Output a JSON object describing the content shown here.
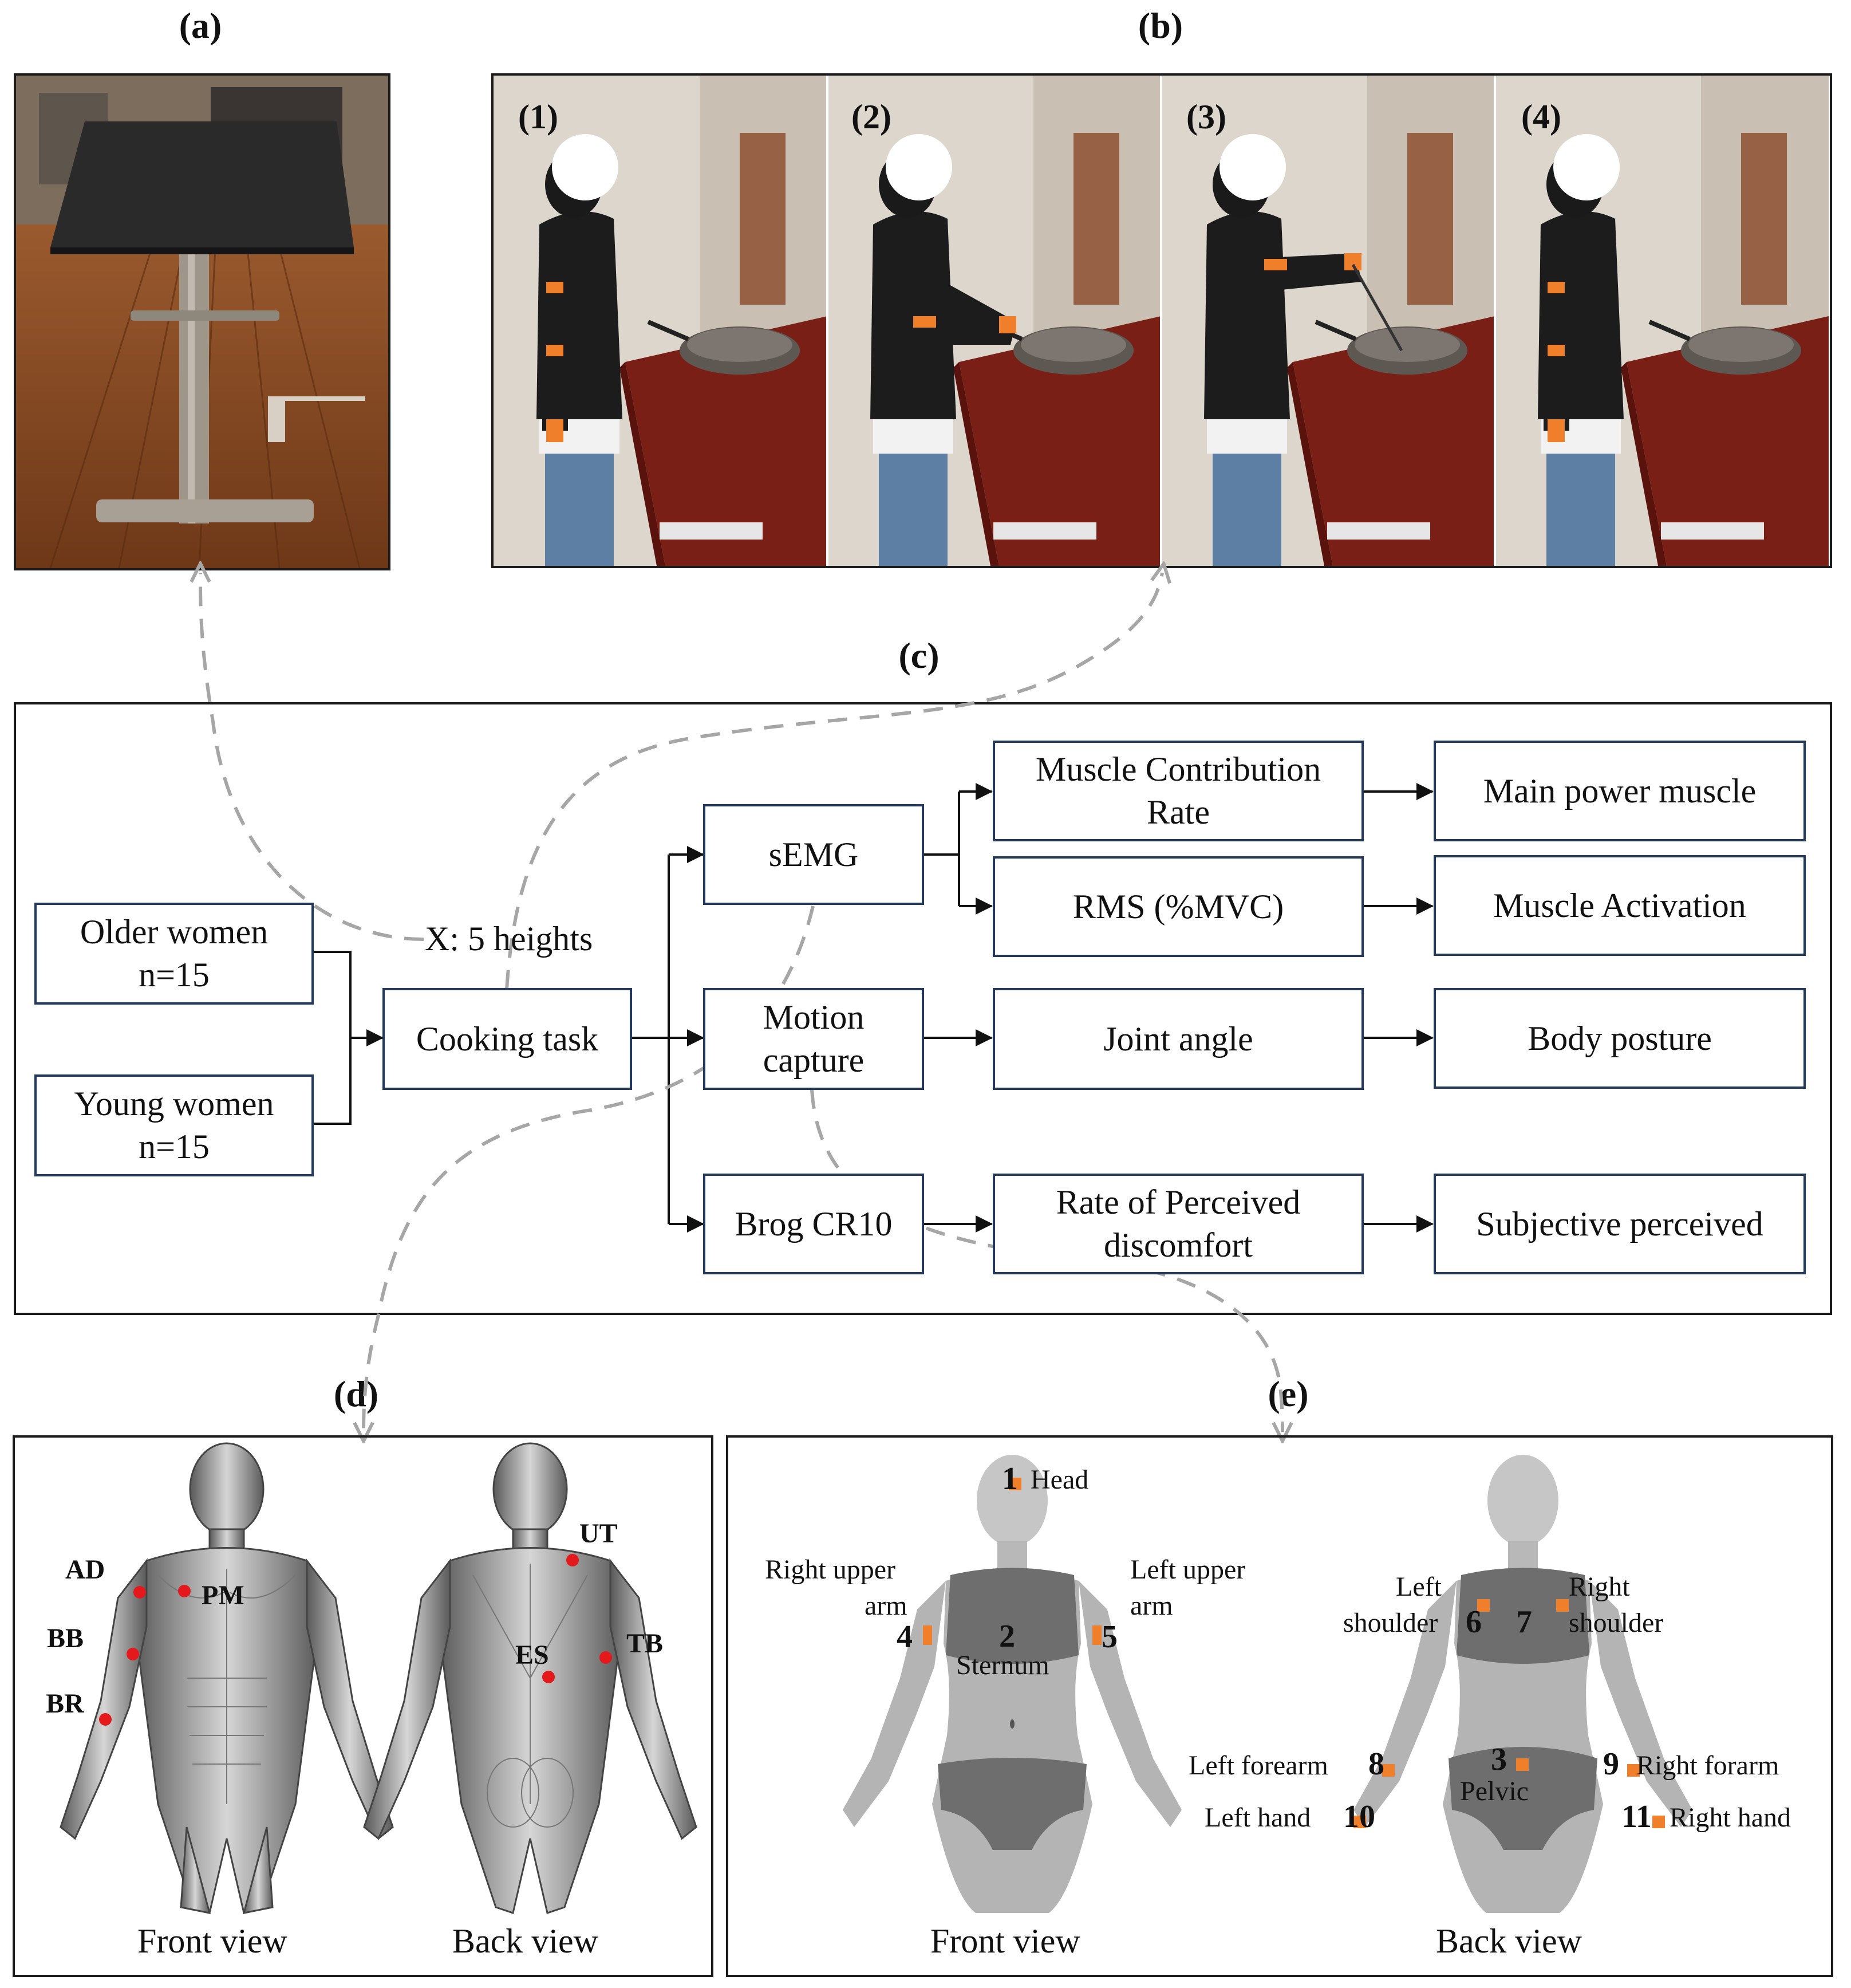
{
  "panels": {
    "a": "(a)",
    "b": "(b)",
    "c": "(c)",
    "d": "(d)",
    "e": "(e)"
  },
  "photo_steps": [
    "(1)",
    "(2)",
    "(3)",
    "(4)"
  ],
  "flow": {
    "group_older": "Older women\nn=15",
    "group_young": "Young women\nn=15",
    "task": "Cooking task",
    "variable": "X: 5 heights",
    "semg": "sEMG",
    "motion": "Motion\ncapture",
    "brog": "Brog CR10",
    "mcr": "Muscle Contribution\nRate",
    "rms": "RMS (%MVC)",
    "joint": "Joint angle",
    "rpd": "Rate of Perceived\ndiscomfort",
    "main_muscle": "Main power muscle",
    "activation": "Muscle Activation",
    "posture": "Body posture",
    "subjective": "Subjective perceived"
  },
  "muscles": {
    "AD": "AD",
    "PM": "PM",
    "BB": "BB",
    "BR": "BR",
    "UT": "UT",
    "ES": "ES",
    "TB": "TB",
    "front_view": "Front view",
    "back_view": "Back view"
  },
  "markers": {
    "head_num": "1",
    "head": "Head",
    "sternum_num": "2",
    "sternum": "Sternum",
    "pelvic_num": "3",
    "pelvic": "Pelvic",
    "rua_num": "4",
    "rua_1": "Right upper",
    "rua_2": "arm",
    "lua_num": "5",
    "lua_1": "Left upper",
    "lua_2": "arm",
    "ls_num": "6",
    "ls_1": "Left",
    "ls_2": "shoulder",
    "rs_num": "7",
    "rs_1": "Right",
    "rs_2": "shoulder",
    "lf_num": "8",
    "lf": "Left forearm",
    "rf_num": "9",
    "rf": "Right forarm",
    "lh_num": "10",
    "lh": "Left hand",
    "rh_num": "11",
    "rh": "Right hand",
    "front_view": "Front view",
    "back_view": "Back view"
  },
  "colors": {
    "box_border": "#23395d",
    "dashed": "#a6a6a6",
    "marker": "#f07f2c",
    "emg_dot": "#e3191c",
    "wood": "#8a4a22",
    "counter": "#7a1f16"
  }
}
